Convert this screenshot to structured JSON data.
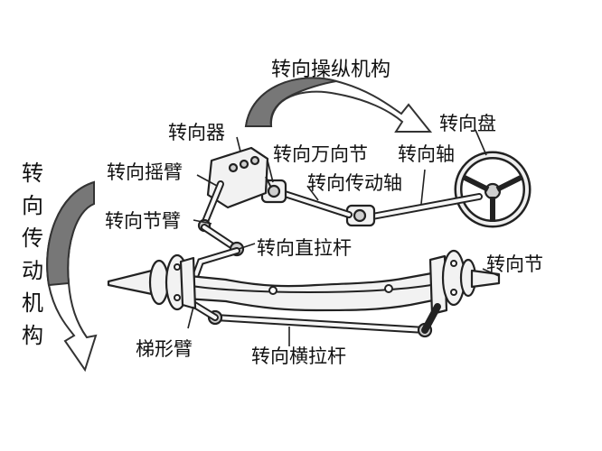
{
  "diagram": {
    "labels": {
      "steering_control_mechanism": "转向操纵机构",
      "steering_gear": "转向器",
      "steering_universal_joint": "转向万向节",
      "steering_shaft": "转向轴",
      "steering_wheel": "转向盘",
      "pitman_arm": "转向摇臂",
      "steering_transmission_shaft": "转向传动轴",
      "knuckle_arm": "转向节臂",
      "drag_link": "转向直拉杆",
      "steering_knuckle": "转向节",
      "trapezoid_arm": "梯形臂",
      "tie_rod": "转向横拉杆"
    },
    "vertical_title_chars": [
      "转",
      "向",
      "传",
      "动",
      "机",
      "构"
    ],
    "colors": {
      "arrow_dark": "#777777",
      "arrow_light": "#ffffff",
      "ink": "#222222"
    }
  }
}
